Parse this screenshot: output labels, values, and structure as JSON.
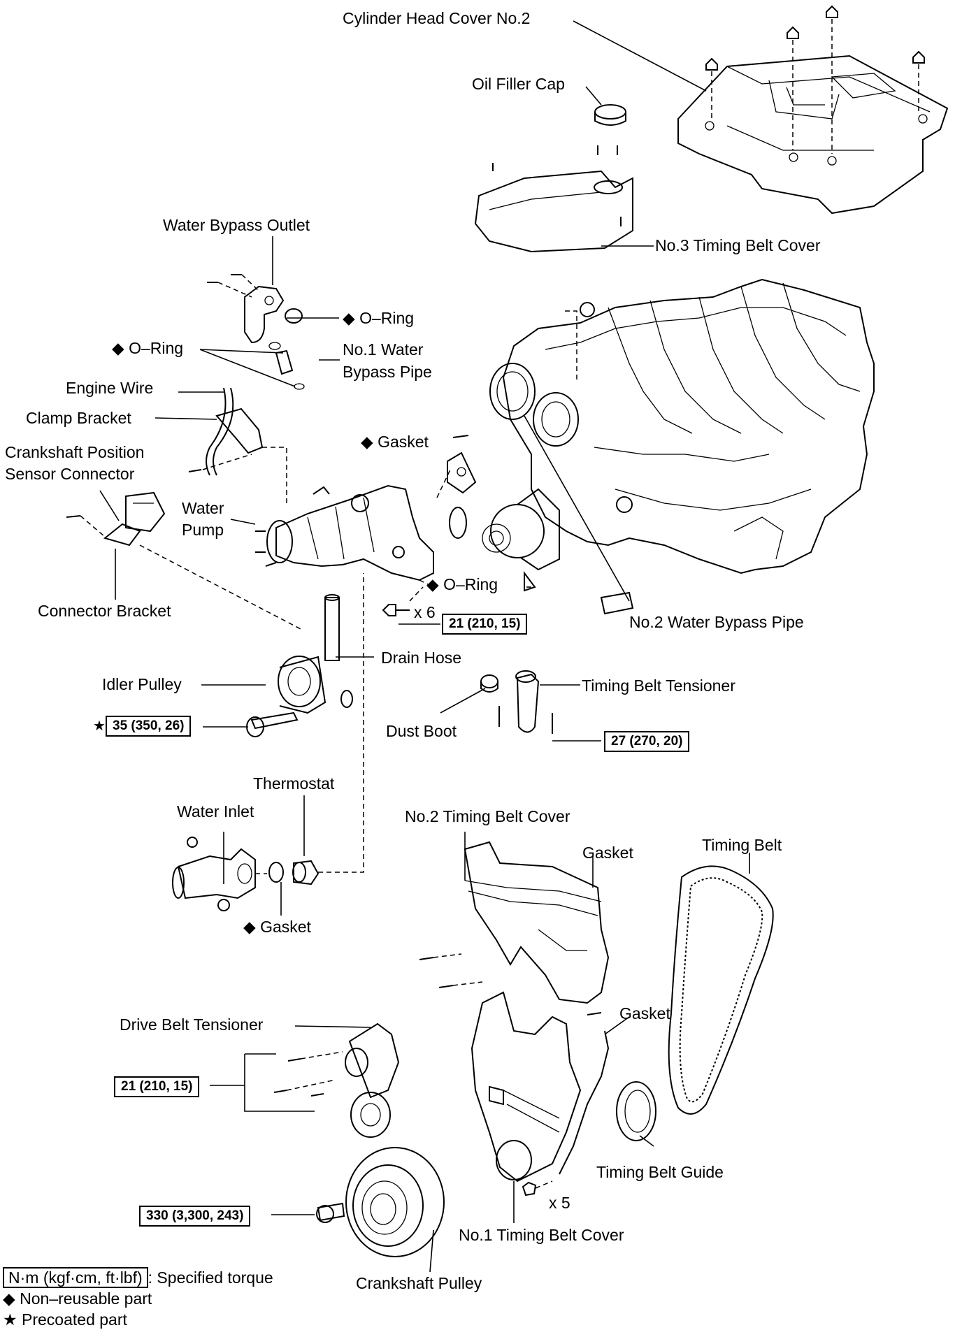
{
  "labels": {
    "cyl_head_cover": "Cylinder Head Cover No.2",
    "oil_filler_cap": "Oil Filler Cap",
    "no3_timing_cover": "No.3 Timing Belt Cover",
    "water_bypass_outlet": "Water Bypass Outlet",
    "oring_right": "◆ O–Ring",
    "oring_left": "◆ O–Ring",
    "no1_bypass_pipe_1": "No.1 Water",
    "no1_bypass_pipe_2": "Bypass Pipe",
    "engine_wire": "Engine Wire",
    "clamp_bracket": "Clamp Bracket",
    "crank_sensor_1": "Crankshaft Position",
    "crank_sensor_2": "Sensor Connector",
    "gasket_top": "◆ Gasket",
    "water_pump_1": "Water",
    "water_pump_2": "Pump",
    "connector_bracket": "Connector Bracket",
    "oring_pump": "◆ O–Ring",
    "x6": "x 6",
    "no2_bypass_pipe": "No.2 Water Bypass Pipe",
    "drain_hose": "Drain Hose",
    "idler_pulley": "Idler Pulley",
    "timing_belt_tensioner": "Timing Belt Tensioner",
    "dust_boot": "Dust Boot",
    "thermostat": "Thermostat",
    "water_inlet": "Water Inlet",
    "gasket_inlet": "◆ Gasket",
    "no2_timing_cover": "No.2 Timing Belt Cover",
    "gasket_no2": "Gasket",
    "timing_belt": "Timing Belt",
    "drive_belt_tensioner": "Drive Belt Tensioner",
    "gasket_no1": "Gasket",
    "timing_belt_guide": "Timing Belt Guide",
    "x5": "x 5",
    "no1_timing_cover": "No.1 Timing Belt Cover",
    "crankshaft_pulley": "Crankshaft Pulley",
    "precoat_star": "★"
  },
  "torques": {
    "pump_bolts": "21 (210, 15)",
    "idler": "35 (350, 26)",
    "tensioner": "27 (270, 20)",
    "drive_tensioner": "21 (210, 15)",
    "crank_pulley": "330 (3,300, 243)"
  },
  "legend": {
    "torque_box": "N·m (kgf·cm, ft·lbf)",
    "torque_text": ": Specified torque",
    "non_reusable": "◆ Non–reusable part",
    "precoated": "★ Precoated part"
  }
}
